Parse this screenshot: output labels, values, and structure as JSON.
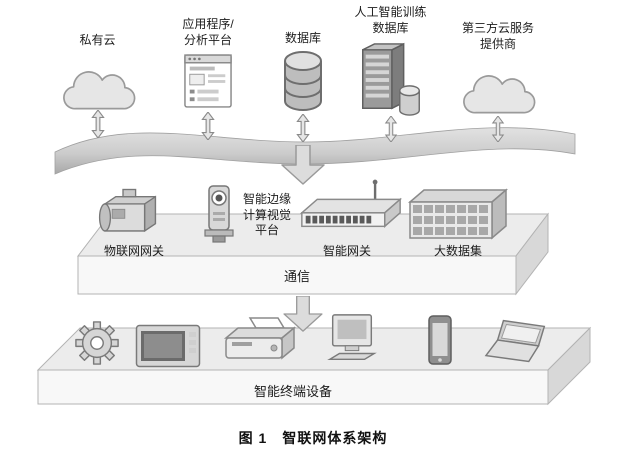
{
  "diagram": {
    "caption": "图 1　智联网体系架构",
    "cloud_layer": {
      "private_cloud": "私有云",
      "app_platform": "应用程序/\n分析平台",
      "database": "数据库",
      "ai_training_db": "人工智能训练\n数据库",
      "third_party_cloud": "第三方云服务\n提供商"
    },
    "edge_layer": {
      "iot_gateway": "物联网网关",
      "edge_vision_platform": "智能边缘\n计算视觉\n平台",
      "smart_gateway": "智能网关",
      "big_dataset": "大数据集",
      "platform_label": "通信"
    },
    "device_layer": {
      "platform_label": "智能终端设备"
    },
    "icons": {
      "private_cloud": "cloud-icon",
      "app_platform": "app-window-icon",
      "database": "database-cylinder-icon",
      "ai_training_db": "server-database-icon",
      "third_party_cloud": "cloud-icon",
      "iot_gateway": "industrial-machine-icon",
      "edge_vision_platform": "camera-icon",
      "smart_gateway": "network-switch-antenna-icon",
      "big_dataset": "server-rack-icon",
      "device_row": [
        "gear-icon",
        "hmi-panel-icon",
        "printer-icon",
        "desktop-terminal-icon",
        "smartphone-icon",
        "laptop-icon"
      ],
      "connector": "double-arrow-icon",
      "flow": "big-down-arrow-icon"
    },
    "colors": {
      "band_gray": "#c6c6c6",
      "platform_top": "#ececec",
      "platform_front": "#f8f8f8",
      "platform_side": "#d8d8d8",
      "text": "#1c1c1c"
    }
  }
}
